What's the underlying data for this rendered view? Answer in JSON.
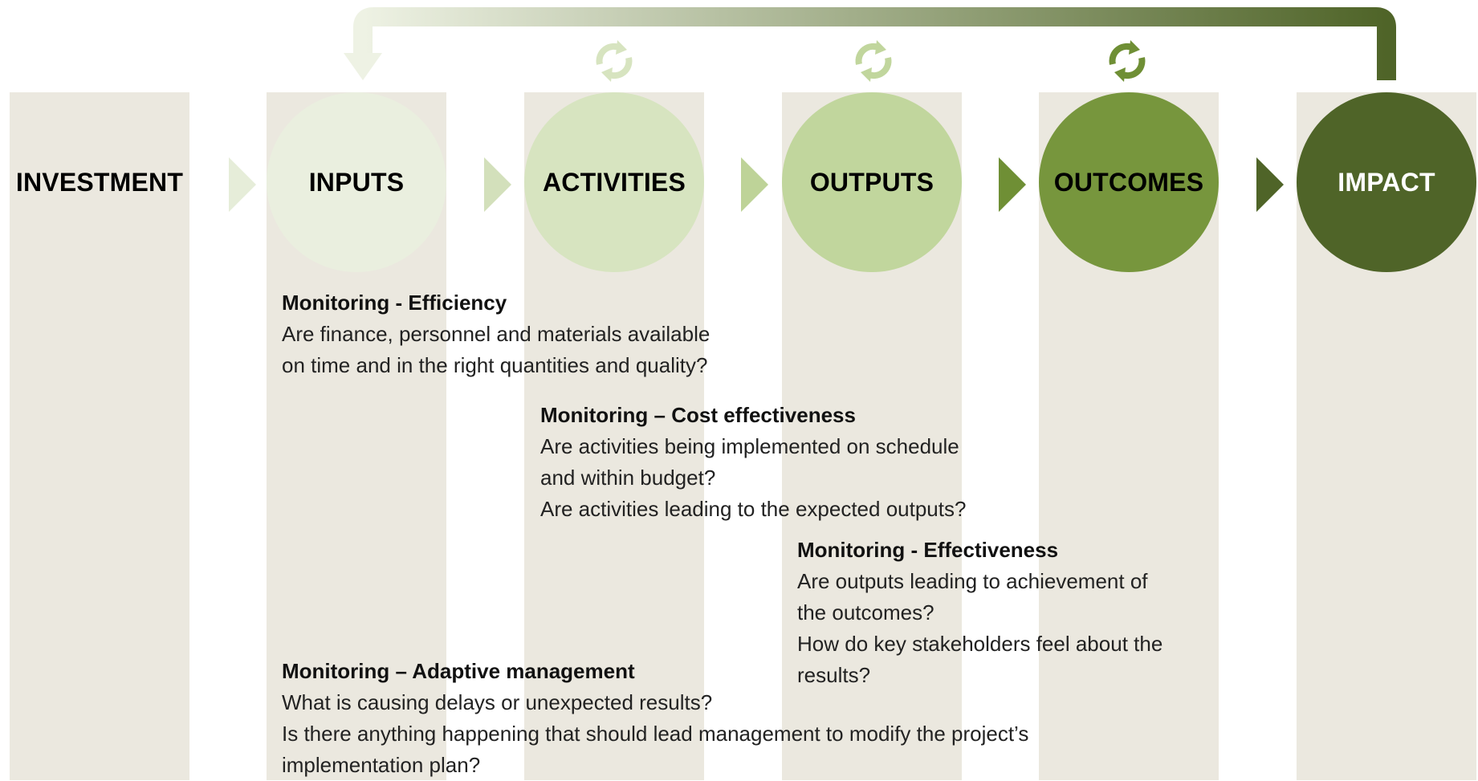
{
  "diagram": {
    "stages": [
      {
        "label": "INVESTMENT",
        "circle_color": "#ebe8df",
        "text_color": "#000000"
      },
      {
        "label": "INPUTS",
        "circle_color": "#eaefdf",
        "text_color": "#000000"
      },
      {
        "label": "ACTIVITIES",
        "circle_color": "#d7e4c0",
        "text_color": "#000000"
      },
      {
        "label": "OUTPUTS",
        "circle_color": "#c1d69d",
        "text_color": "#000000"
      },
      {
        "label": "OUTCOMES",
        "circle_color": "#77963d",
        "text_color": "#000000"
      },
      {
        "label": "IMPACT",
        "circle_color": "#4f6428",
        "text_color": "#ffffff"
      }
    ],
    "arrow_colors": [
      "#e6edd9",
      "#d3e0bb",
      "#bed398",
      "#6f8f35",
      "#4f6428"
    ],
    "refresh_icon_colors": [
      "#d7e4c0",
      "#c1d69d",
      "#6f8f35"
    ],
    "feedback_loop": {
      "start_color": "#eef2e4",
      "end_color": "#4f6428"
    },
    "column_color": "#ebe8df"
  },
  "notes": [
    {
      "heading": "Monitoring - Efficiency",
      "lines": [
        "Are finance, personnel and materials available",
        "on time and in the right quantities and quality?"
      ]
    },
    {
      "heading": "Monitoring – Cost effectiveness",
      "lines": [
        "Are activities being implemented on schedule",
        "and within budget?",
        "Are activities leading to the expected outputs?"
      ]
    },
    {
      "heading": "Monitoring - Effectiveness",
      "lines": [
        "Are outputs leading to achievement of",
        "the outcomes?",
        "How do key stakeholders feel about the",
        "results?"
      ]
    },
    {
      "heading": "Monitoring – Adaptive management",
      "lines": [
        "What is causing delays or unexpected results?",
        "Is there anything happening that should lead management to modify the project’s",
        "implementation plan?"
      ]
    }
  ]
}
